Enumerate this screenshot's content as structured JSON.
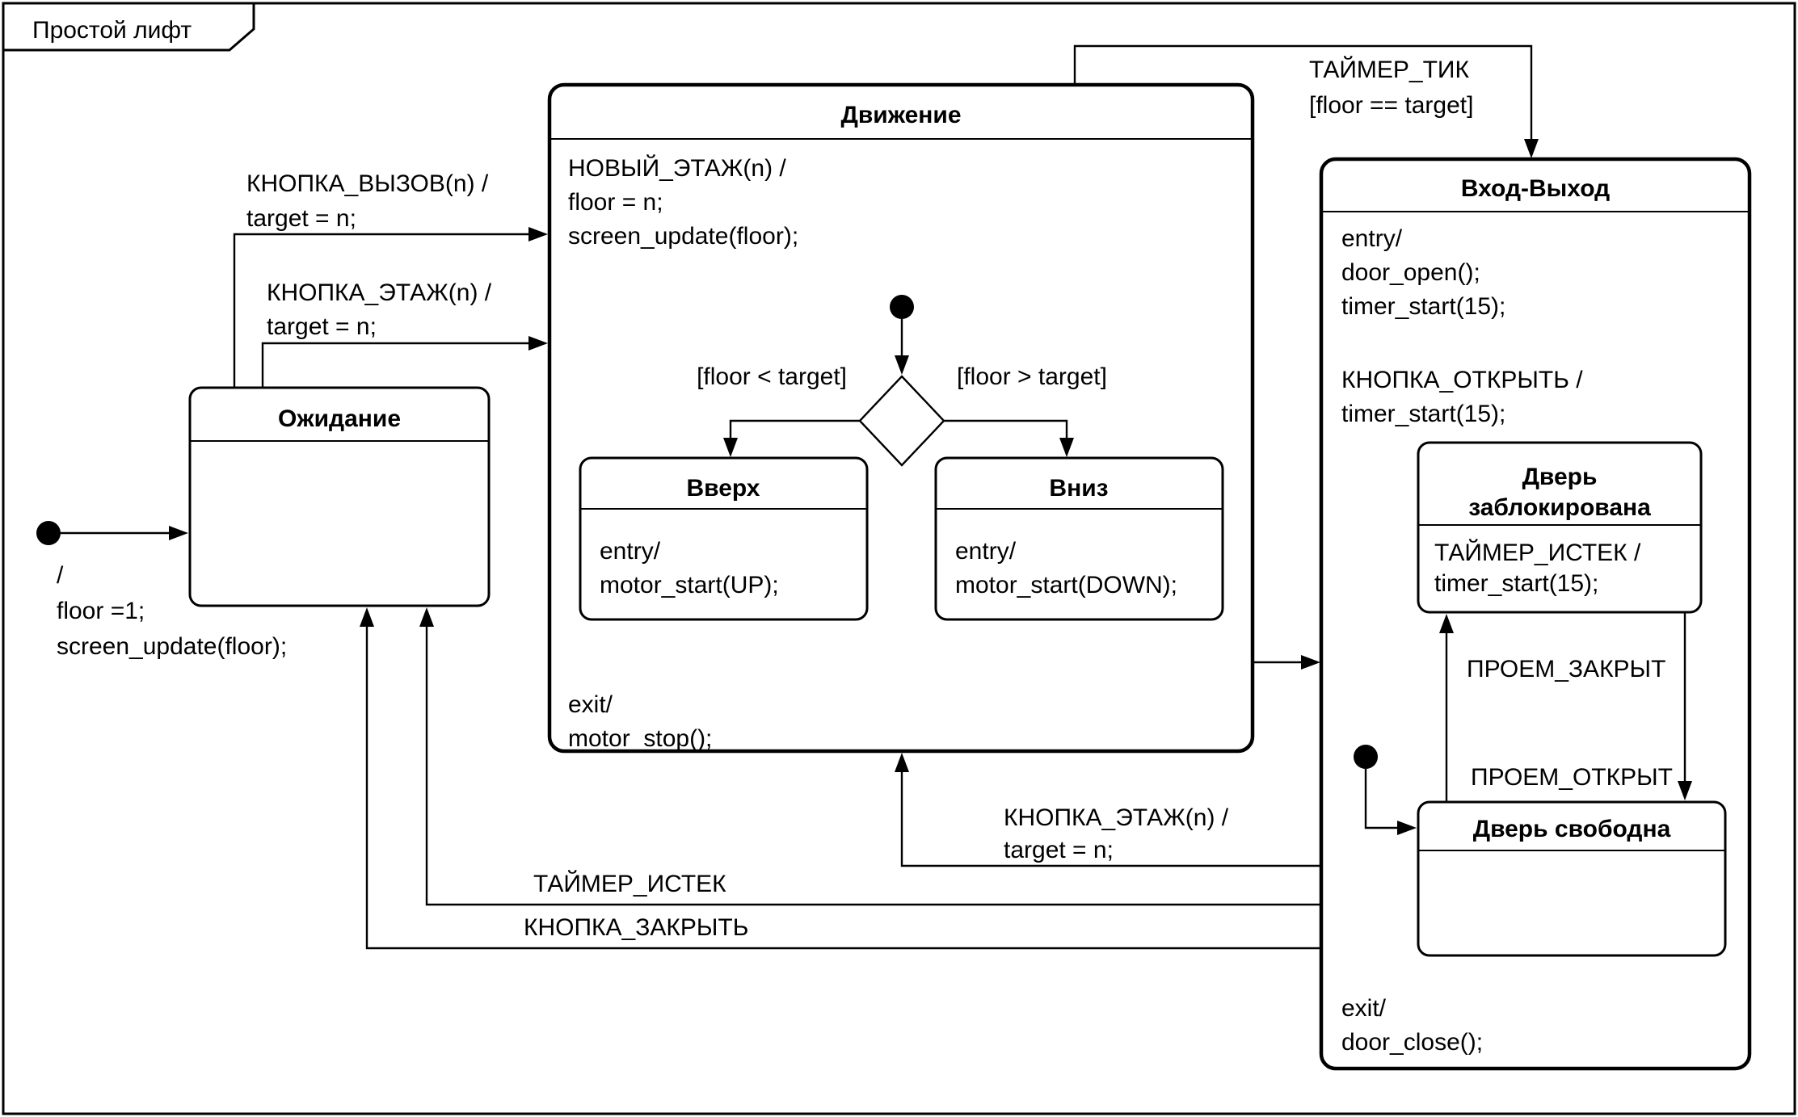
{
  "tab": {
    "title": "Простой лифт"
  },
  "diagram_type": "uml-statechart",
  "colors": {
    "line": "#000000",
    "background": "#ffffff"
  },
  "states": {
    "ozhidanie": {
      "title": "Ожидание"
    },
    "dvizhenie": {
      "title": "Движение",
      "internal": [
        "НОВЫЙ_ЭТАЖ(n) /",
        "floor = n;",
        "screen_update(floor);"
      ],
      "exit": [
        "exit/",
        "motor_stop();"
      ]
    },
    "vverh": {
      "title": "Вверх",
      "entry": [
        "entry/",
        "motor_start(UP);"
      ]
    },
    "vniz": {
      "title": "Вниз",
      "entry": [
        "entry/",
        "motor_start(DOWN);"
      ]
    },
    "vhod_vyhod": {
      "title": "Вход-Выход",
      "entry": [
        "entry/",
        "door_open();",
        "timer_start(15);"
      ],
      "internal": [
        "КНОПКА_ОТКРЫТЬ /",
        "timer_start(15);"
      ],
      "exit": [
        "exit/",
        "door_close();"
      ]
    },
    "dver_zablokirovana": {
      "title_line1": "Дверь",
      "title_line2": "заблокирована",
      "internal": [
        "ТАЙМЕР_ИСТЕК /",
        "timer_start(15);"
      ]
    },
    "dver_svobodna": {
      "title": "Дверь свободна"
    }
  },
  "transitions": {
    "initial_main": {
      "label": [
        "/",
        "floor =1;",
        "screen_update(floor);"
      ]
    },
    "knopka_vyzov": {
      "label": [
        "КНОПКА_ВЫЗОВ(n) /",
        "target = n;"
      ]
    },
    "knopka_etazh": {
      "label": [
        "КНОПКА_ЭТАЖ(n) /",
        "target = n;"
      ]
    },
    "timer_tik": {
      "label": [
        "ТАЙМЕР_ТИК",
        "[floor == target]"
      ]
    },
    "guard_less": {
      "label": "[floor < target]"
    },
    "guard_greater": {
      "label": "[floor > target]"
    },
    "guard_equal": {
      "label": "[floor == target]"
    },
    "knopka_etazh_return": {
      "label": [
        "КНОПКА_ЭТАЖ(n) /",
        "target = n;"
      ]
    },
    "timer_istek": {
      "label": "ТАЙМЕР_ИСТЕК"
    },
    "knopka_zakryt": {
      "label": "КНОПКА_ЗАКРЫТЬ"
    },
    "proem_zakryt": {
      "label": "ПРОЕМ_ЗАКРЫТ"
    },
    "proem_otkryt": {
      "label": "ПРОЕМ_ОТКРЫТ"
    }
  }
}
